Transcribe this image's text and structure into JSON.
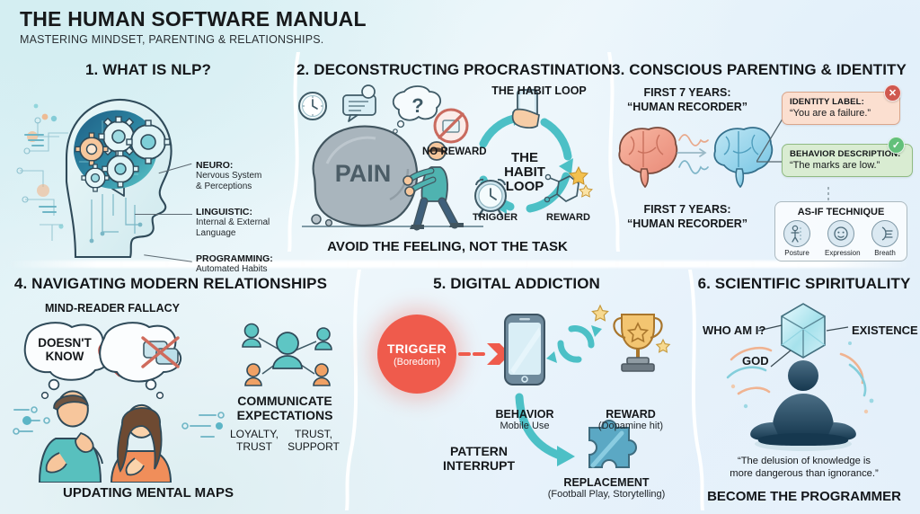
{
  "header": {
    "title": "THE HUMAN SOFTWARE MANUAL",
    "subtitle": "MASTERING MINDSET, PARENTING & RELATIONSHIPS."
  },
  "colors": {
    "teal": "#4fc3c9",
    "coral": "#ef5b4c",
    "orange": "#f2a365",
    "ink": "#14171a",
    "panel_bg_left": "#d8eff3",
    "panel_bg_right": "#e2f0fa",
    "identity_box": "#fbdfd0",
    "behavior_box": "#d9ecd2",
    "badge_error": "#d0584f",
    "badge_ok": "#63c07a"
  },
  "panels": [
    {
      "id": "nlp",
      "number": "1.",
      "title": "1. WHAT IS NLP?",
      "art": "brain-gears-head",
      "items": [
        {
          "key": "NEURO:",
          "value": "Nervous System\n& Perceptions"
        },
        {
          "key": "LINGUISTIC:",
          "value": "Internal & External\nLanguage"
        },
        {
          "key": "PROGRAMMING:",
          "value": "Automated Habits"
        }
      ]
    },
    {
      "id": "procrastination",
      "number": "2.",
      "title": "2. DECONSTRUCTING PROCRASTINATION",
      "rock_label": "PAIN",
      "no_reward_label": "NO REWARD",
      "habit_loop_heading": "THE HABIT LOOP",
      "habit_loop_center": "THE\nHABIT\nLOOP",
      "loop_nodes": [
        {
          "label": "TRIGGER",
          "icon": "alarm-clock-icon"
        },
        {
          "label": "REWARD",
          "icon": "dopamine-molecule-icon"
        }
      ],
      "caption": "AVOID THE FEELING, NOT THE TASK"
    },
    {
      "id": "parenting",
      "number": "3.",
      "title": "3. CONSCIOUS PARENTING & IDENTITY",
      "top_label": "FIRST 7 YEARS:\n“HUMAN RECORDER”",
      "bottom_label": "FIRST 7 YEARS:\n“HUMAN RECORDER”",
      "callouts": [
        {
          "key": "IDENTITY LABEL:",
          "value": "“You are a failure.”",
          "badge": "✕",
          "badge_kind": "error"
        },
        {
          "key": "BEHAVIOR DESCRIPTION:",
          "value": "“The marks are low.”",
          "badge": "✓",
          "badge_kind": "ok"
        }
      ],
      "asif": {
        "title": "AS-IF TECHNIQUE",
        "cells": [
          {
            "icon": "posture-icon",
            "caption": "Posture"
          },
          {
            "icon": "expression-icon",
            "caption": "Expression"
          },
          {
            "icon": "breath-icon",
            "caption": "Breath"
          }
        ]
      }
    },
    {
      "id": "relationships",
      "number": "4.",
      "title": "4. NAVIGATING MODERN RELATIONSHIPS",
      "fallacy_label": "MIND-READER FALLACY",
      "bubble_left": "DOESN'T\nKNOW",
      "bubble_right_icon": "crossed-out-chat-icon",
      "heart_icon": "broken-heart-icon",
      "network_heading": "COMMUNICATE\nEXPECTATIONS",
      "network_values": [
        "LOYALTY,\nTRUST",
        "TRUST,\nSUPPORT"
      ],
      "caption": "UPDATING MENTAL MAPS"
    },
    {
      "id": "digital",
      "number": "5.",
      "title": "5. DIGITAL ADDICTION",
      "trigger": {
        "main": "TRIGGER",
        "sub": "(Boredom)"
      },
      "steps": [
        {
          "main": "BEHAVIOR",
          "sub": "Mobile Use",
          "icon": "smartphone-icon"
        },
        {
          "main": "REWARD",
          "sub": "(Dopamine hit)",
          "icon": "trophy-icon"
        },
        {
          "main": "REPLACEMENT",
          "sub": "(Football Play, Storytelling)",
          "icon": "puzzle-piece-icon"
        }
      ],
      "pattern_interrupt": "PATTERN\nINTERRUPT"
    },
    {
      "id": "spirituality",
      "number": "6.",
      "title": "6. SCIENTIFIC SPIRITUALITY",
      "cube_labels": [
        "WHO AM I?",
        "EXISTENCE",
        "GOD"
      ],
      "quote": "“The delusion of knowledge is\nmore dangerous than ignorance.”",
      "caption": "BECOME THE PROGRAMMER"
    }
  ]
}
